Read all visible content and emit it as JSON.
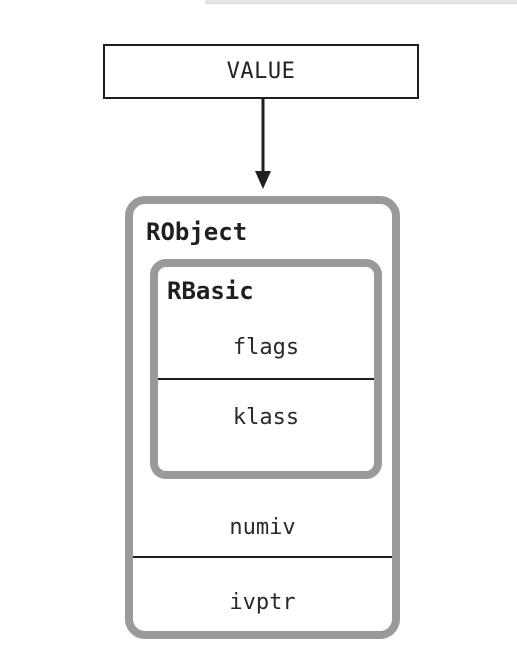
{
  "value_box": {
    "label": "VALUE"
  },
  "robject": {
    "title": "RObject",
    "fields": [
      "numiv",
      "ivptr"
    ]
  },
  "rbasic": {
    "title": "RBasic",
    "fields": [
      "flags",
      "klass"
    ]
  },
  "colors": {
    "box_border": "#9a9a9a",
    "line": "#1f1f1f",
    "background": "#ffffff"
  }
}
